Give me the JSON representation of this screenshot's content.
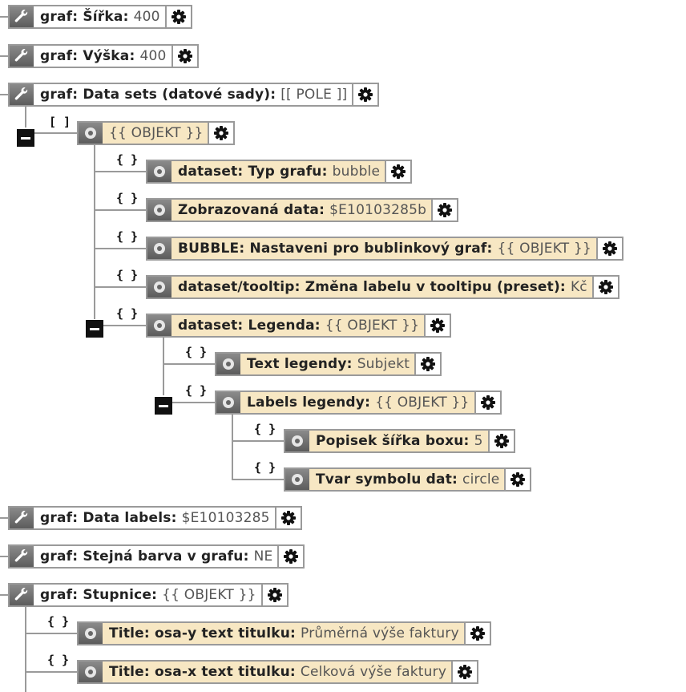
{
  "rows": [
    {
      "label": "graf: Šířka:",
      "value": "400"
    },
    {
      "label": "graf: Výška:",
      "value": "400"
    },
    {
      "label": "graf: Data sets (datové sady):",
      "value": "[[ POLE ]]"
    },
    {
      "label": "",
      "value": "{{ OBJEKT }}"
    },
    {
      "label": "dataset: Typ grafu:",
      "value": "bubble"
    },
    {
      "label": "Zobrazovaná data:",
      "value": "$E10103285b"
    },
    {
      "label": "BUBBLE: Nastaveni pro bublinkový graf:",
      "value": "{{ OBJEKT }}"
    },
    {
      "label": "dataset/tooltip: Změna labelu v tooltipu (preset):",
      "value": "Kč"
    },
    {
      "label": "dataset: Legenda:",
      "value": "{{ OBJEKT }}"
    },
    {
      "label": "Text legendy:",
      "value": "Subjekt"
    },
    {
      "label": "Labels legendy:",
      "value": "{{ OBJEKT }}"
    },
    {
      "label": "Popisek šířka boxu:",
      "value": "5"
    },
    {
      "label": "Tvar symbolu dat:",
      "value": "circle"
    },
    {
      "label": "graf: Data labels:",
      "value": "$E10103285"
    },
    {
      "label": "graf: Stejná barva v grafu:",
      "value": "NE"
    },
    {
      "label": "graf: Stupnice:",
      "value": "{{ OBJEKT }}"
    },
    {
      "label": "Title: osa-y text titulku:",
      "value": "Průměrná výše faktury"
    },
    {
      "label": "Title: osa-x text titulku:",
      "value": "Celková výše faktury"
    }
  ],
  "brackets": {
    "array": "[ ]",
    "object": "{ }"
  },
  "icons": {
    "wrench": "wrench-icon",
    "radio": "radio-icon",
    "gear": "gear-icon",
    "collapse": "collapse-icon"
  },
  "colors": {
    "object_bg": "#f7e7c3",
    "icon_bg": "#6e6e6e",
    "line": "#9a9a9a"
  }
}
